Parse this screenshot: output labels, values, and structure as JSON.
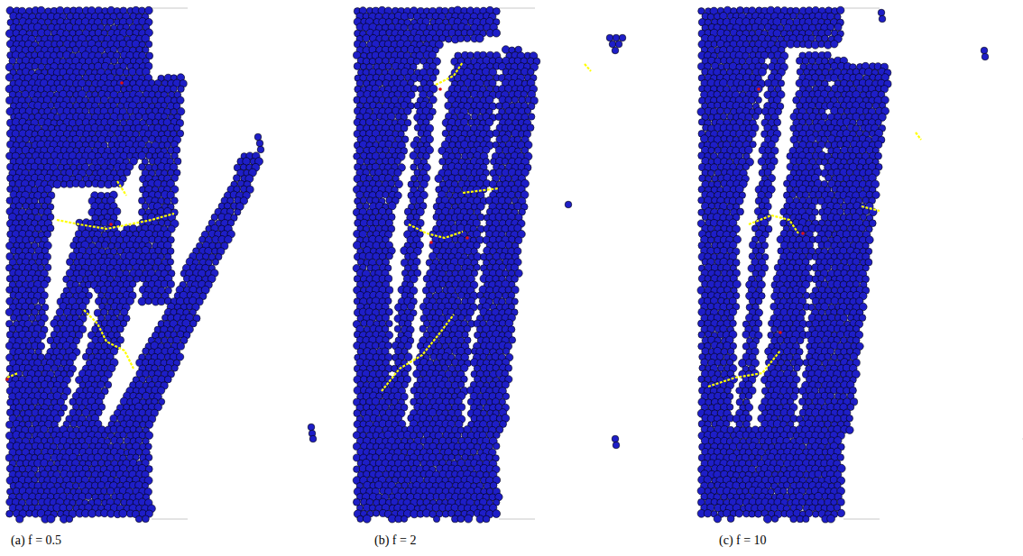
{
  "diagram": {
    "labels": [
      "(a) f = 0.5",
      "(b) f = 2",
      "(c) f = 10"
    ]
  }
}
